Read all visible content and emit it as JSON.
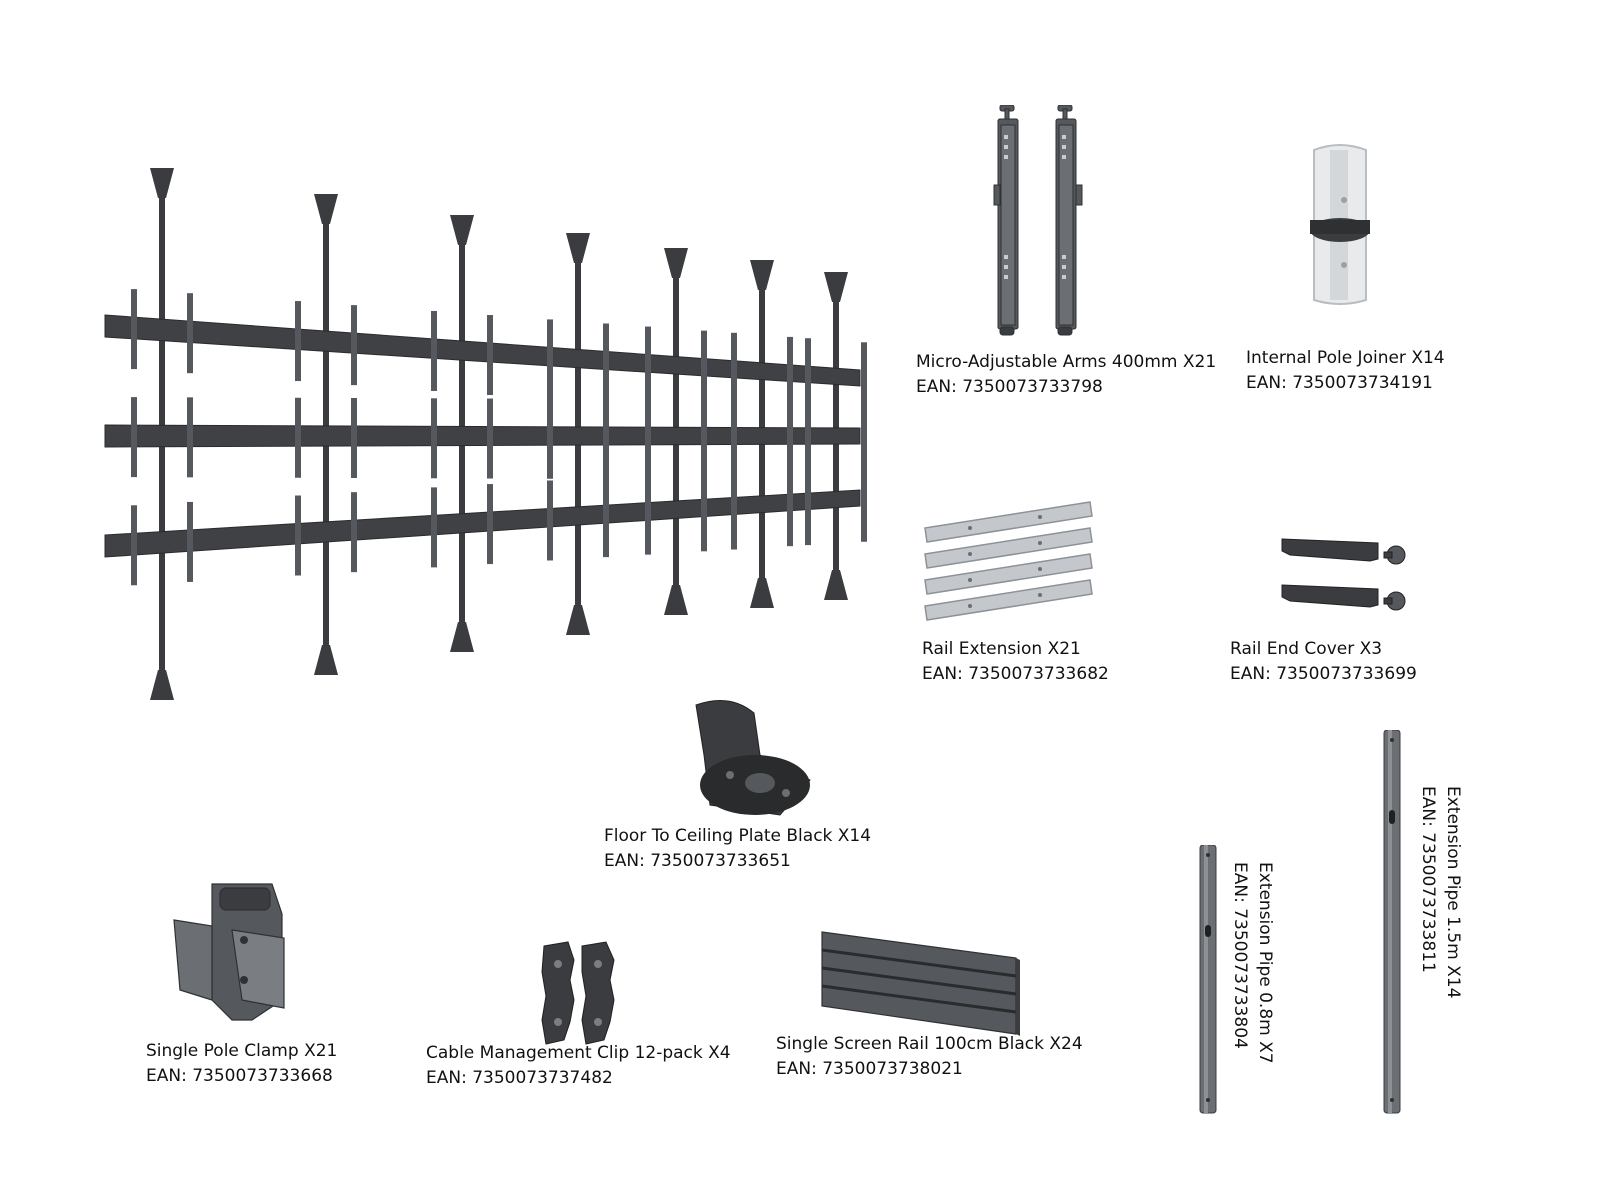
{
  "colors": {
    "metal_dark": "#3a3c3f",
    "metal_mid": "#55585c",
    "metal_light": "#b9bdc2",
    "background": "#ffffff"
  },
  "items": [
    {
      "name": "Micro-Adjustable Arms 400mm X21",
      "ean": "EAN: 7350073733798"
    },
    {
      "name": "Internal Pole Joiner X14",
      "ean": "EAN: 7350073734191"
    },
    {
      "name": "Rail Extension X21",
      "ean": "EAN: 7350073733682"
    },
    {
      "name": "Rail End Cover X3",
      "ean": "EAN: 7350073733699"
    },
    {
      "name": "Floor To Ceiling Plate Black X14",
      "ean": "EAN: 7350073733651"
    },
    {
      "name": "Single Pole Clamp X21",
      "ean": "EAN: 7350073733668"
    },
    {
      "name": "Cable Management Clip 12-pack X4",
      "ean": "EAN: 7350073737482"
    },
    {
      "name": "Single Screen Rail 100cm Black X24",
      "ean": "EAN: 7350073738021"
    },
    {
      "name": "Extension Pipe 0.8m X7",
      "ean": "EAN: 7350073733804"
    },
    {
      "name": "Extension Pipe 1.5m X14",
      "ean": "EAN: 7350073733811"
    }
  ]
}
